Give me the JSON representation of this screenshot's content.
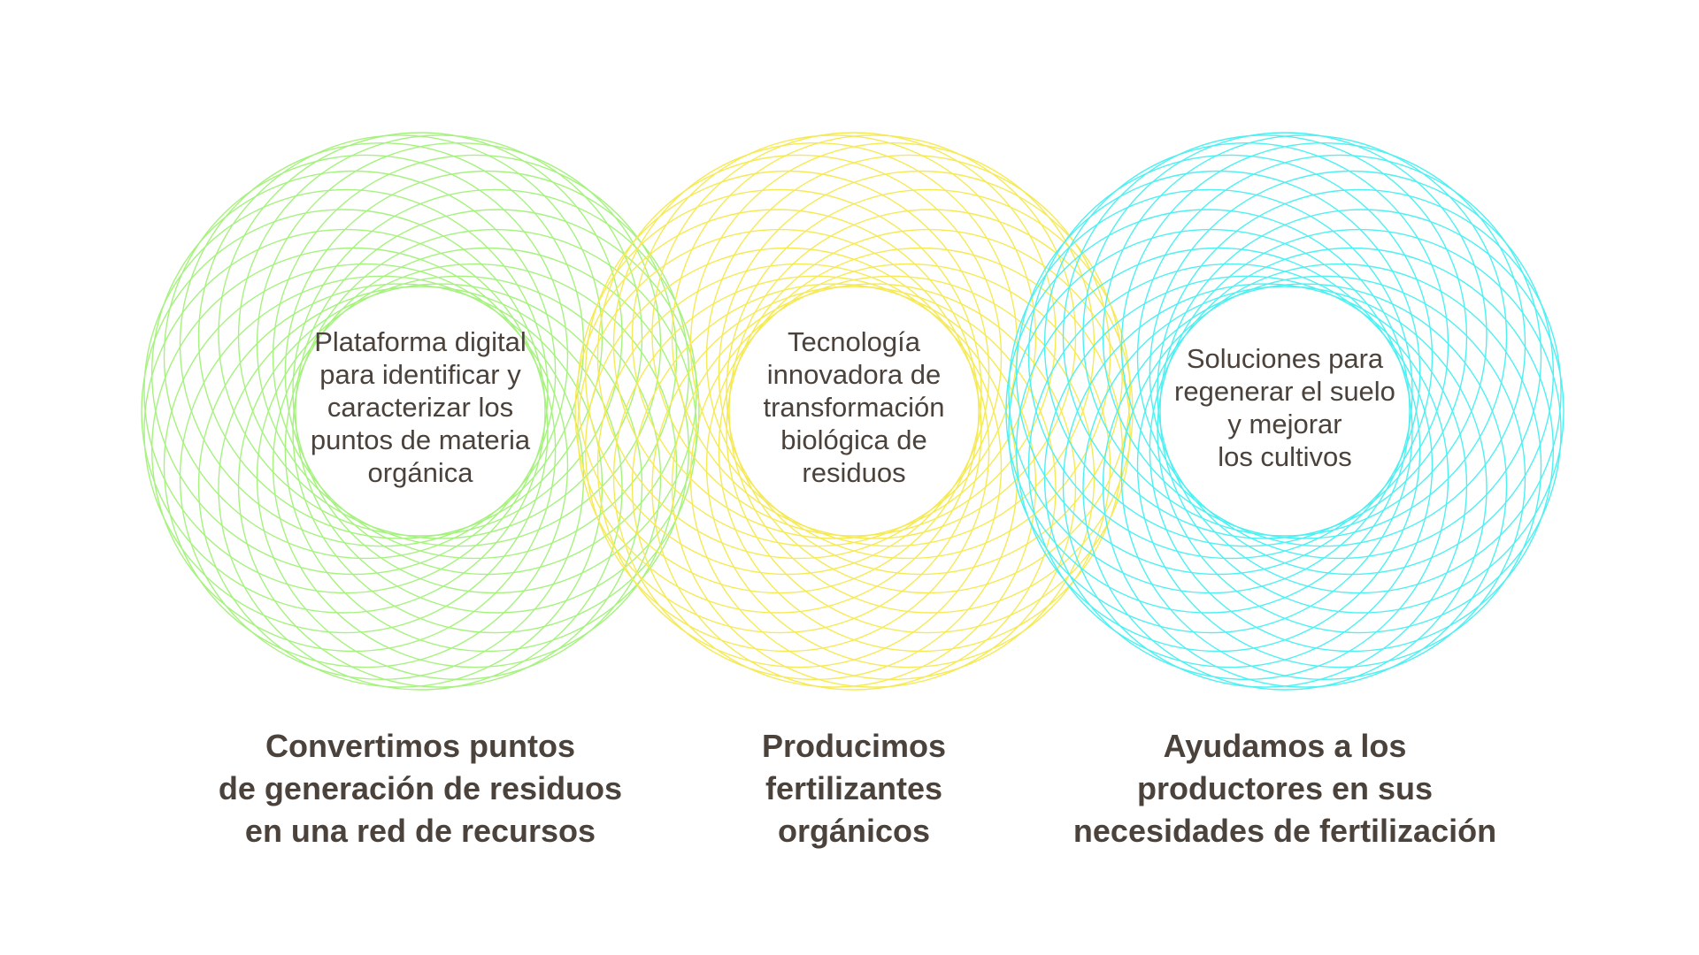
{
  "colors": {
    "background": "#ffffff",
    "text": "#4a423b",
    "ring_green": "#a6f27e",
    "ring_yellow": "#f5ea55",
    "ring_cyan": "#4ef0f2"
  },
  "rings": [
    {
      "color": "#a6f27e",
      "text": "Plataforma digital\npara identificar y\ncaracterizar los\npuntos de materia\norgánica",
      "caption": "Convertimos puntos\nde generación de residuos\nen una red de recursos"
    },
    {
      "color": "#f5ea55",
      "text": "Tecnología\ninnovadora de\ntransformación\nbiológica de\nresiduos",
      "caption": "Producimos\nfertilizantes\norgánicos"
    },
    {
      "color": "#4ef0f2",
      "text": "Soluciones para\nregenerar el suelo\ny mejorar\nlos cultivos",
      "caption": "Ayudamos a los\nproductores en sus\nnecesidades de fertilización"
    }
  ]
}
